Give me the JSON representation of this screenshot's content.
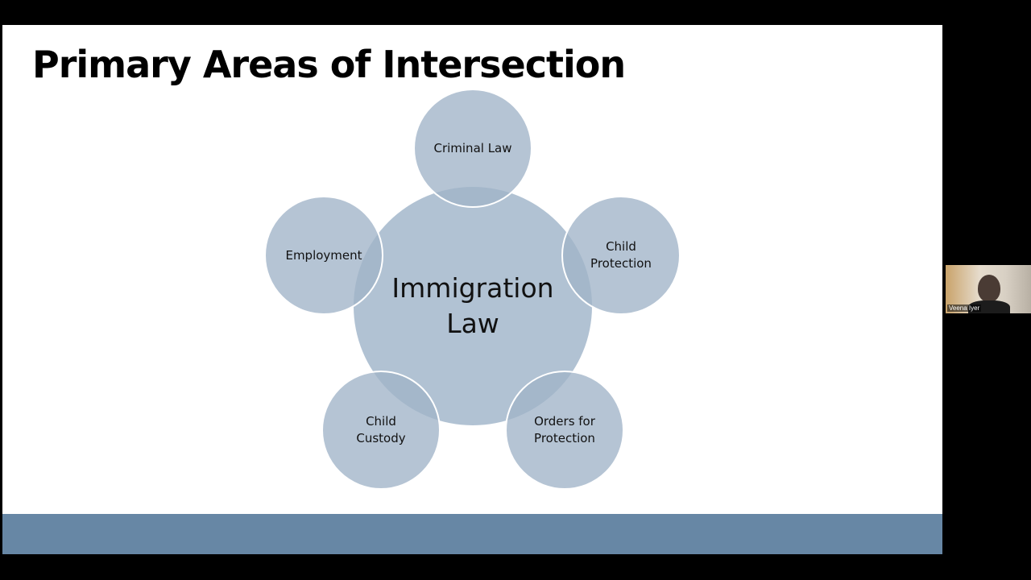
{
  "slide": {
    "title": "Primary Areas of Intersection",
    "diagram": {
      "center": "Immigration Law",
      "center_lines": [
        "Immigration",
        "Law"
      ],
      "satellites": [
        {
          "label": "Criminal Law",
          "lines": [
            "Criminal Law"
          ]
        },
        {
          "label": "Child Protection",
          "lines": [
            "Child",
            "Protection"
          ]
        },
        {
          "label": "Orders for Protection",
          "lines": [
            "Orders for",
            "Protection"
          ]
        },
        {
          "label": "Child Custody",
          "lines": [
            "Child",
            "Custody"
          ]
        },
        {
          "label": "Employment",
          "lines": [
            "Employment"
          ]
        }
      ]
    },
    "colors": {
      "bar": "#6787a5",
      "circle": "#a3b7cb"
    }
  },
  "video": {
    "participant_name": "Veena Iyer"
  }
}
